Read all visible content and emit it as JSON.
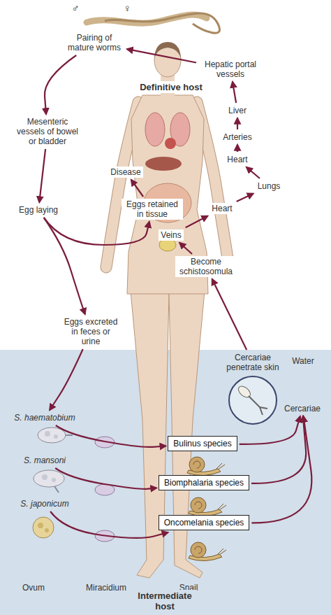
{
  "diagram": {
    "nodes": [
      {
        "text": [
          "Pairing of mature worms"
        ]
      },
      {
        "text": [
          "Hepatic portal vessels"
        ]
      },
      {
        "text": [
          "Liver"
        ]
      },
      {
        "text": [
          "Arteries"
        ]
      },
      {
        "text": [
          "Heart"
        ]
      },
      {
        "text": [
          "Lungs"
        ]
      },
      {
        "text": [
          "Heart"
        ]
      },
      {
        "text": [
          "Veins"
        ]
      },
      {
        "text": [
          "Mesenteric vessels of bowel or bladder"
        ]
      },
      {
        "text": [
          "Disease"
        ]
      },
      {
        "text": [
          "Eggs retained in tissue"
        ]
      },
      {
        "text": [
          "Egg laying"
        ]
      },
      {
        "text": [
          "Become schistosomula"
        ]
      },
      {
        "text": [
          "Eggs excreted in feces or urine"
        ]
      },
      {
        "text": [
          "Cercariae penetrate skin"
        ]
      },
      {
        "text": [
          "Cercariae"
        ]
      },
      {
        "text": [
          "S. haematobium"
        ]
      },
      {
        "text": [
          "S. mansoni"
        ]
      },
      {
        "text": [
          "S. japonicum"
        ]
      },
      {
        "text": [
          "Bulinus species"
        ]
      },
      {
        "text": [
          "Biomphalaria species"
        ]
      },
      {
        "text": [
          "Oncomelania species"
        ]
      }
    ],
    "edges": [
      {
        "from": 1,
        "to": 0,
        "arrow": "to"
      },
      {
        "from": 0,
        "to": 8,
        "arrow": "to"
      },
      {
        "from": 8,
        "to": 11,
        "arrow": "to"
      },
      {
        "from": 11,
        "to": 10,
        "arrow": "to"
      },
      {
        "from": 10,
        "to": 9,
        "arrow": "to"
      },
      {
        "from": 11,
        "to": 13,
        "arrow": "to"
      },
      {
        "from": 13,
        "to": 16,
        "arrow": "to"
      },
      {
        "from": 12,
        "to": 7,
        "arrow": "to"
      },
      {
        "from": 7,
        "to": 6,
        "arrow": "to"
      },
      {
        "from": 6,
        "to": 5,
        "arrow": "to"
      },
      {
        "from": 5,
        "to": 4,
        "arrow": "to"
      },
      {
        "from": 4,
        "to": 3,
        "arrow": "to"
      },
      {
        "from": 3,
        "to": 2,
        "arrow": "to"
      },
      {
        "from": 2,
        "to": 1,
        "arrow": "to"
      },
      {
        "from": 14,
        "to": 12,
        "arrow": "to"
      },
      {
        "from": 16,
        "to": 19,
        "arrow": "to"
      },
      {
        "from": 17,
        "to": 20,
        "arrow": "to"
      },
      {
        "from": 18,
        "to": 21,
        "arrow": "to"
      },
      {
        "from": 19,
        "to": 15,
        "arrow": "to"
      },
      {
        "from": 20,
        "to": 15,
        "arrow": "to"
      },
      {
        "from": 21,
        "to": 15,
        "arrow": "to"
      }
    ],
    "labels": [
      "♂",
      "♀",
      "Definitive host",
      "Water",
      "Ovum",
      "Miracidium",
      "Snail",
      "Intermediate host"
    ]
  }
}
